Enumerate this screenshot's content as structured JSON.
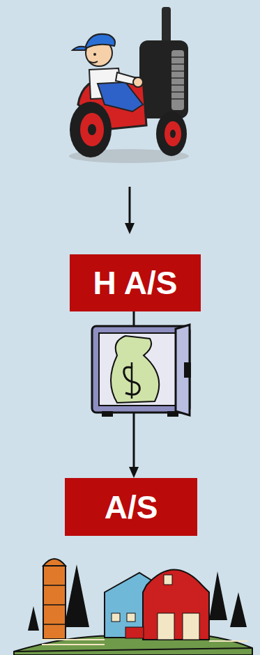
{
  "diagram": {
    "nodes": [
      {
        "text": [
          "H A/S"
        ]
      },
      {
        "text": [
          "A/S"
        ]
      }
    ],
    "edges": [
      {
        "from": 0,
        "to": 1,
        "arrow": "to"
      }
    ]
  }
}
